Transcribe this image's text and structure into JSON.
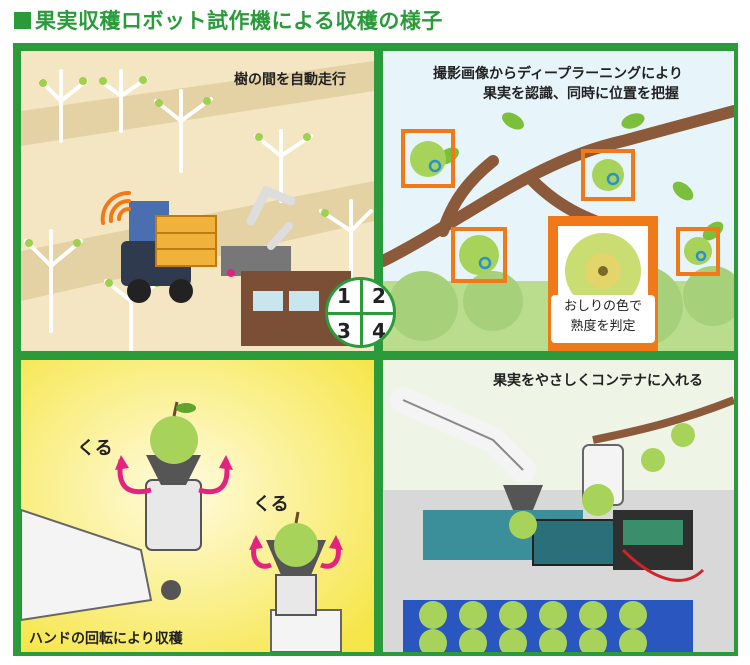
{
  "title": "果実収穫ロボット試作機による収穫の様子",
  "panels": [
    {
      "number": "1",
      "caption": "樹の間を自動走行"
    },
    {
      "number": "2",
      "caption_line1": "撮影画像からディープラーニングにより",
      "caption_line2": "果実を認識、同時に位置を把握",
      "callout_line1": "おしりの色で",
      "callout_line2": "熟度を判定"
    },
    {
      "number": "3",
      "caption": "ハンドの回転により収穫",
      "sound1": "くる",
      "sound2": "くる"
    },
    {
      "number": "4",
      "caption": "果実をやさしくコンテナに入れる"
    }
  ],
  "colors": {
    "frame": "#2a9a3a",
    "highlight": "#f07a1a",
    "apple": "#a7d35a",
    "branch": "#8a5a3a",
    "arrow": "#e2237f"
  }
}
